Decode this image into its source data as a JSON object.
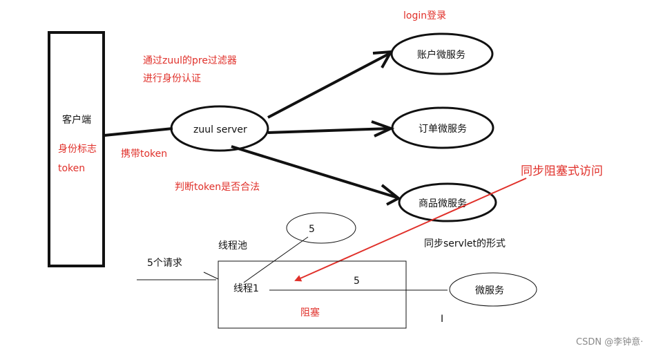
{
  "labels": {
    "client": "客户端",
    "client_identity": "身份标志",
    "client_token": "token",
    "zuul_note_line1": "通过zuul的pre过滤器",
    "zuul_note_line2": "进行身份认证",
    "carry_token": "携带token",
    "judge_token": "判断token是否合法",
    "zuul_server": "zuul server",
    "login": "login登录",
    "account_service": "账户微服务",
    "order_service": "订单微服务",
    "product_service": "商品微服务",
    "sync_blocking": "同步阻塞式访问",
    "sync_servlet": "同步servlet的形式",
    "thread_pool": "线程池",
    "five_requests": "5个请求",
    "thread1": "线程1",
    "blocked": "阻塞",
    "five_bubble": "5",
    "five_line": "5",
    "micro_service": "微服务",
    "cursor": "I",
    "watermark": "CSDN @李钟意·"
  },
  "colors": {
    "red": "#e0302a",
    "black": "#111111"
  }
}
